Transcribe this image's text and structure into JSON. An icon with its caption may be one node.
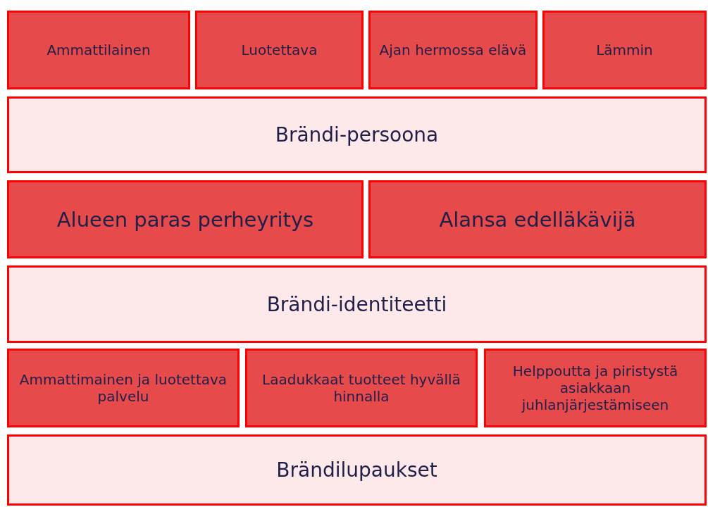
{
  "diagram": {
    "nodes": [
      {
        "text": [
          "Ammattilainen"
        ]
      },
      {
        "text": [
          "Luotettava"
        ]
      },
      {
        "text": [
          "Ajan hermossa elävä"
        ]
      },
      {
        "text": [
          "Lämmin"
        ]
      },
      {
        "text": [
          "Brändi-persoona"
        ]
      },
      {
        "text": [
          "Alueen paras perheyritys"
        ]
      },
      {
        "text": [
          "Alansa edelläkävijä"
        ]
      },
      {
        "text": [
          "Brändi-identiteetti"
        ]
      },
      {
        "text": [
          "Ammattimainen ja luotettava palvelu"
        ]
      },
      {
        "text": [
          "Laadukkaat tuotteet hyvällä hinnalla"
        ]
      },
      {
        "text": [
          "Helppoutta ja piristystä asiakkaan juhlanjärjestämiseen"
        ]
      },
      {
        "text": [
          "Brändilupaukset"
        ]
      }
    ]
  }
}
